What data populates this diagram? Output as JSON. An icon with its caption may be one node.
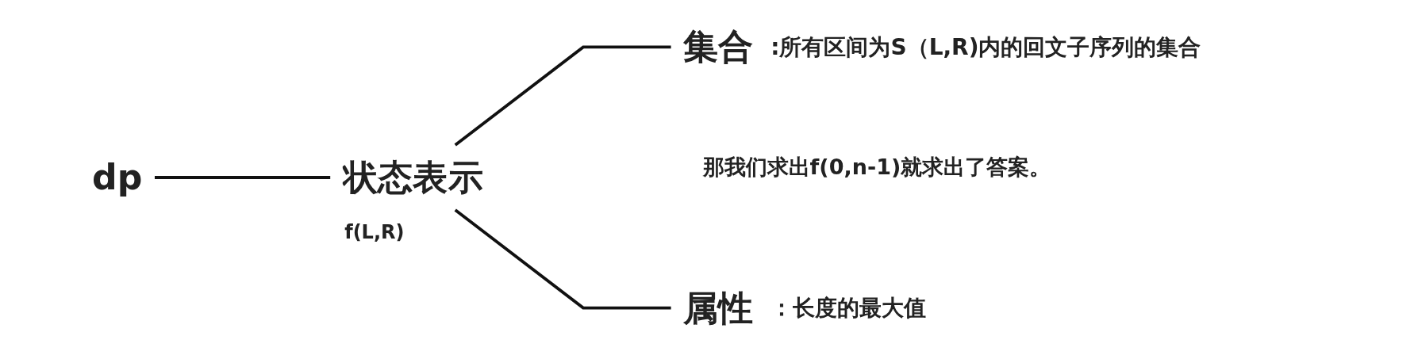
{
  "diagram": {
    "nodes": [
      {
        "text": [
          "dp"
        ]
      },
      {
        "text": [
          "状态表示"
        ],
        "beside": [
          "f(L,R)"
        ]
      },
      {
        "text": [
          "集合"
        ],
        "beside": [
          ":所有区间为S（L,R)内的回文子序列的集合"
        ]
      },
      {
        "text": [
          "属性"
        ],
        "beside": [
          "：长度的最大值"
        ]
      }
    ],
    "edges": [
      {
        "from": 0,
        "to": 1,
        "arrow": "none"
      },
      {
        "from": 1,
        "to": 2,
        "arrow": "none"
      },
      {
        "from": 1,
        "to": 3,
        "arrow": "none"
      }
    ],
    "labels": [
      "那我们求出f(0,n-1)就求出了答案。"
    ]
  }
}
